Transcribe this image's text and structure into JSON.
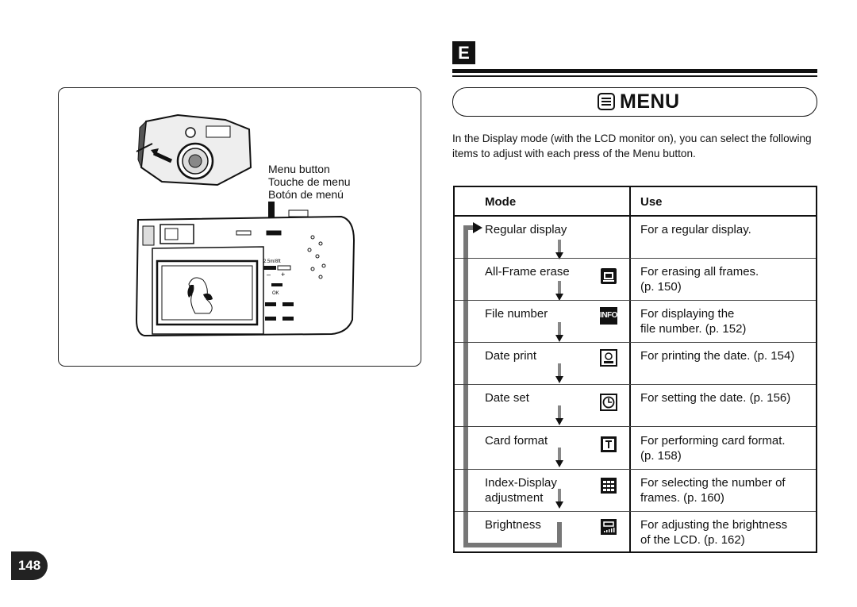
{
  "section_tab": "E",
  "menu_title": "MENU",
  "intro": "In the Display mode (with the LCD monitor on), you can select the following items to adjust with each press of the Menu button.",
  "figure": {
    "labels": [
      "Menu button",
      "Touche de menu",
      "Botón de menú"
    ],
    "panel_text": {
      "flash_rate": "2.5m/8ft",
      "minus": "–",
      "plus": "+",
      "ok": "OK"
    }
  },
  "table": {
    "headers": {
      "mode": "Mode",
      "use": "Use"
    },
    "rows": [
      {
        "mode": [
          "Regular display"
        ],
        "use": [
          "For a regular display."
        ],
        "icon": "none"
      },
      {
        "mode": [
          "All-Frame erase"
        ],
        "use": [
          "For erasing all frames.",
          "(p. 150)"
        ],
        "icon": "all-frame-erase-icon"
      },
      {
        "mode": [
          "File number"
        ],
        "use": [
          "For displaying the",
          "file number. (p. 152)"
        ],
        "icon": "info-icon",
        "icon_text": "INFO"
      },
      {
        "mode": [
          "Date print"
        ],
        "use": [
          "For printing the date. (p. 154)"
        ],
        "icon": "date-print-icon"
      },
      {
        "mode": [
          "Date set"
        ],
        "use": [
          "For setting the date. (p. 156)"
        ],
        "icon": "clock-icon"
      },
      {
        "mode": [
          "Card format"
        ],
        "use": [
          "For performing card format.",
          "(p. 158)"
        ],
        "icon": "card-format-icon"
      },
      {
        "mode": [
          "Index-Display",
          "adjustment"
        ],
        "use": [
          "For selecting the number of",
          "frames. (p. 160)"
        ],
        "icon": "index-grid-icon"
      },
      {
        "mode": [
          "Brightness"
        ],
        "use": [
          "For adjusting the brightness",
          "of the LCD. (p. 162)"
        ],
        "icon": "brightness-icon"
      }
    ]
  },
  "page_number": "148"
}
